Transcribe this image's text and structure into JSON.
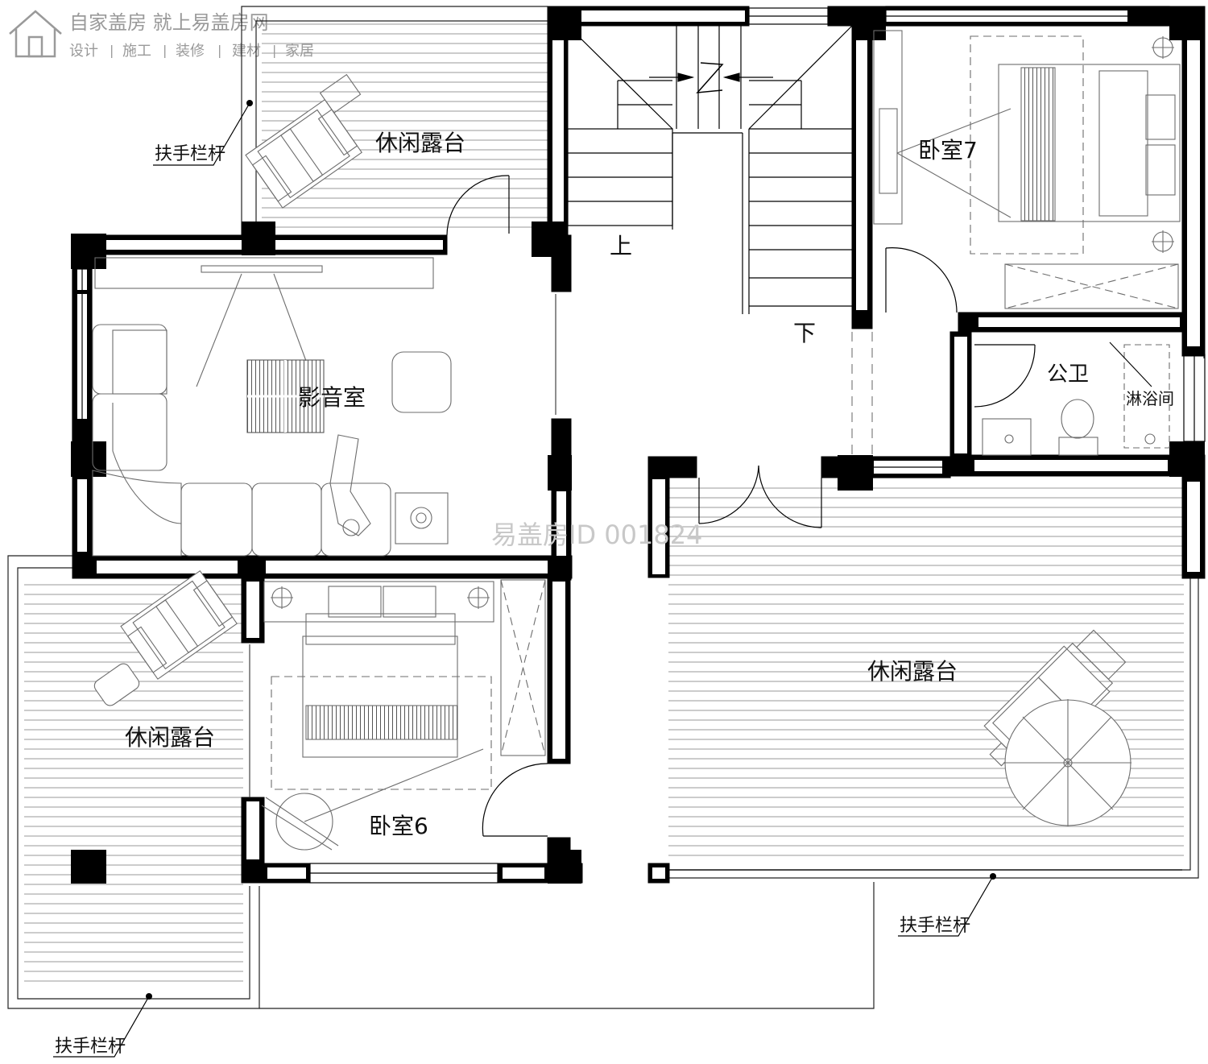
{
  "brand": {
    "logo_icon": "house-outline-icon",
    "slogan": "自家盖房 就上易盖房网",
    "services": [
      "设计",
      "施工",
      "装修",
      "建材",
      "家居"
    ],
    "separator": "|"
  },
  "watermark": "易盖房ID 001824",
  "rooms": {
    "terrace_top": "休闲露台",
    "av_room": "影音室",
    "bedroom7": "卧室7",
    "public_bath": "公卫",
    "shower": "淋浴间",
    "terrace_left": "休闲露台",
    "bedroom6": "卧室6",
    "terrace_right": "休闲露台"
  },
  "stairs": {
    "up": "上",
    "down": "下"
  },
  "railings": {
    "top": "扶手栏杆",
    "right": "扶手栏杆",
    "bottom": "扶手栏杆"
  },
  "colors": {
    "wall": "#000000",
    "hatch": "#9a9a9a",
    "furniture": "#6d6d6d",
    "watermark": "#c8c8c8"
  }
}
